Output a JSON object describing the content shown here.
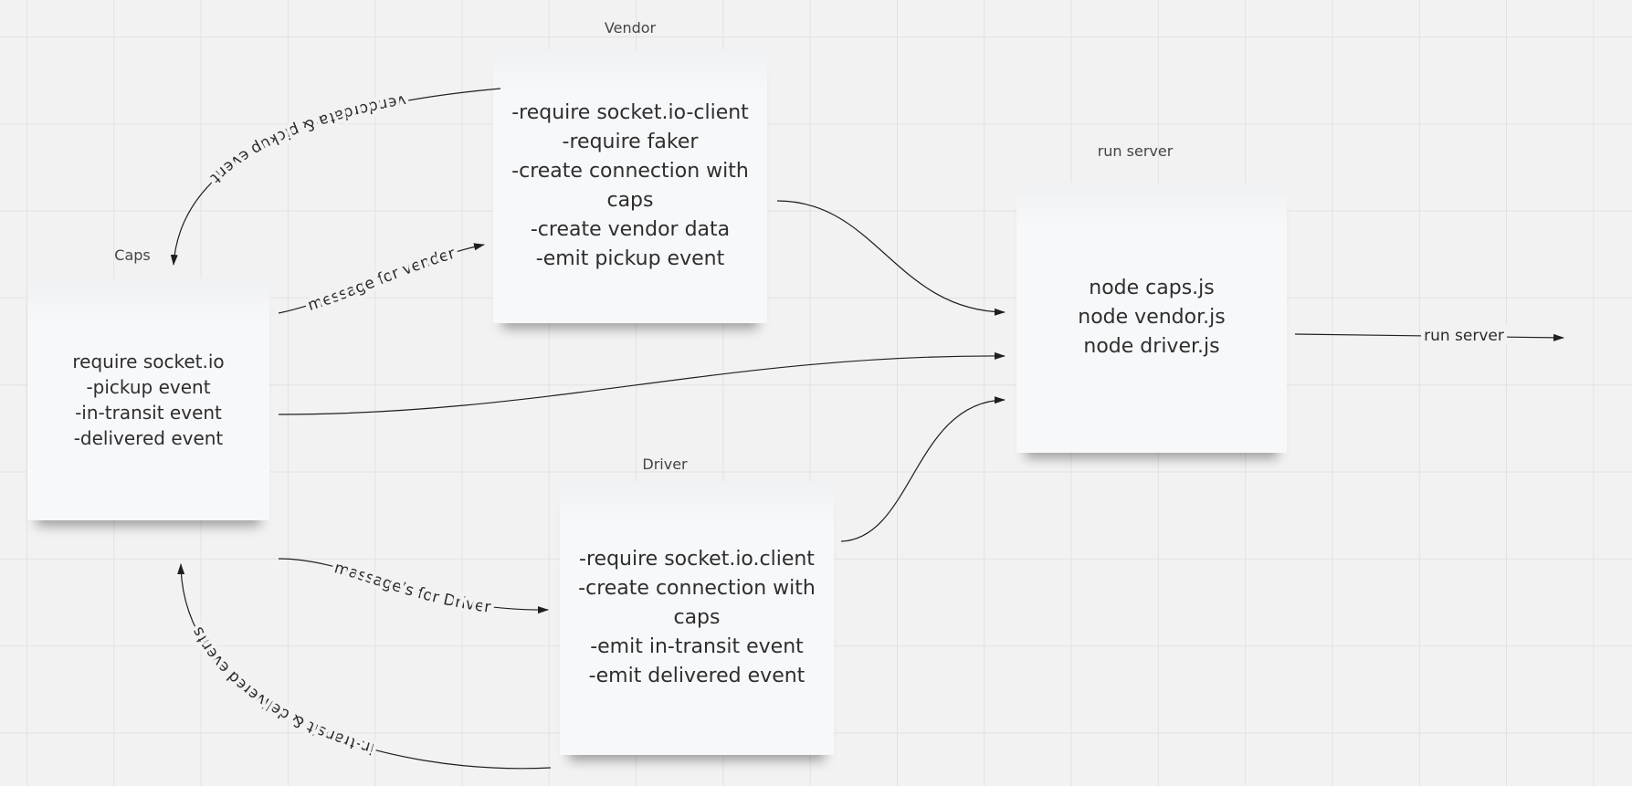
{
  "frames": {
    "caps": "Caps",
    "vendor": "Vendor",
    "driver": "Driver",
    "server": "run server"
  },
  "notes": {
    "caps": [
      "require socket.io",
      "-pickup event",
      "-in-transit event",
      "-delivered event"
    ],
    "vendor": [
      "-require socket.io-client",
      "-require faker",
      "-create connection with",
      "caps",
      "-create vendor data",
      "-emit pickup event"
    ],
    "driver": [
      "-require socket.io.client",
      "-create connection with",
      "caps",
      "-emit in-transit event",
      "-emit delivered event"
    ],
    "server": [
      "node caps.js",
      "node vendor.js",
      "node driver.js"
    ]
  },
  "edges": {
    "vendor_to_caps": "vendordata & pickup event",
    "caps_to_vendor": "message for vender",
    "caps_to_driver": "massage's for Driver",
    "driver_to_caps": "in-transit & delivered events",
    "server_out": "run server"
  }
}
